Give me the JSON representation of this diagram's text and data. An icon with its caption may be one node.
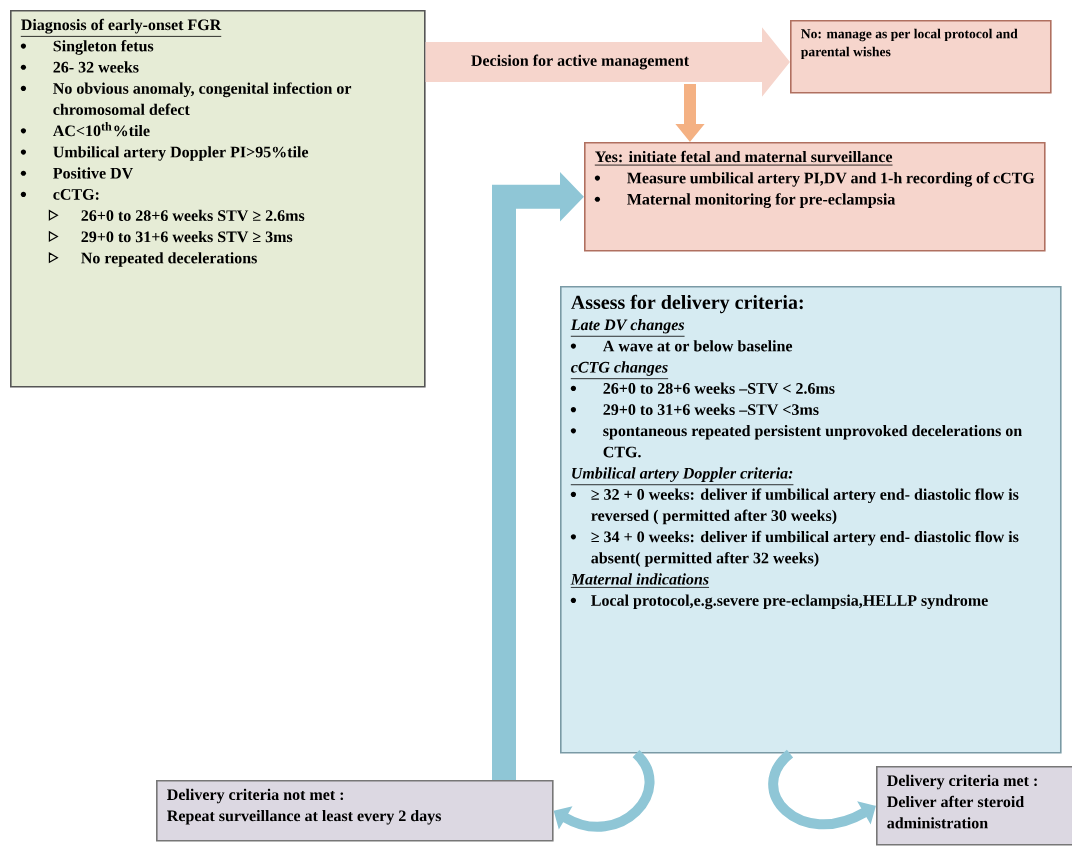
{
  "diagram": {
    "nodes": [
      {
        "text": [
          "Diagnosis of early-onset FGR",
          "Singleton fetus",
          "26- 32 weeks",
          "No obvious anomaly, congenital infection or chromosomal defect",
          "AC<10$^{th}$%tile",
          "Umbilical artery Doppler PI>95%tile",
          "Positive DV",
          "cCTG:",
          "26+0 to 28+6 weeks STV ≥ 2.6ms",
          "29+0 to 31+6 weeks STV ≥ 3ms",
          "No repeated decelerations"
        ]
      },
      {
        "text": [
          "No: manage as per local protocol and parental wishes"
        ]
      },
      {
        "text": [
          "Yes: initiate fetal and maternal surveillance",
          "Measure umbilical artery PI,DV and 1-h recording of cCTG",
          "Maternal monitoring for pre-eclampsia"
        ]
      },
      {
        "text": [
          "Assess for delivery criteria:",
          "Late DV changes",
          "A wave at or below baseline",
          "cCTG changes",
          "26+0 to 28+6 weeks –STV < 2.6ms",
          "29+0 to 31+6 weeks –STV <3ms",
          "spontaneous repeated persistent unprovoked decelerations on CTG.",
          "Umbilical artery Doppler criteria:",
          "≥ 32 + 0 weeks: deliver if umbilical artery end- diastolic flow is reversed ( permitted after 30 weeks)",
          "≥ 34 + 0 weeks: deliver if umbilical artery end- diastolic flow is absent( permitted after 32 weeks)",
          "Maternal indications",
          "Local protocol,e.g.severe pre-eclampsia,HELLP syndrome"
        ]
      },
      {
        "text": [
          "Delivery criteria not met :",
          "Repeat surveillance at least every 2 days"
        ]
      },
      {
        "text": [
          "Delivery criteria met :",
          "Deliver after steroid administration"
        ]
      }
    ],
    "edges": [
      {
        "from": 0,
        "to": 1,
        "arrow": "to",
        "label": "Decision for active management",
        "style": "thick",
        "color": "#f6d5cc"
      },
      {
        "from": null,
        "to": 2,
        "arrow": "to",
        "color": "#f4b183"
      },
      {
        "from": 4,
        "to": 2,
        "arrow": "to",
        "style": "thick"
      },
      {
        "from": 3,
        "to": 4,
        "arrow": "to"
      },
      {
        "from": 3,
        "to": 5,
        "arrow": "to"
      }
    ]
  }
}
